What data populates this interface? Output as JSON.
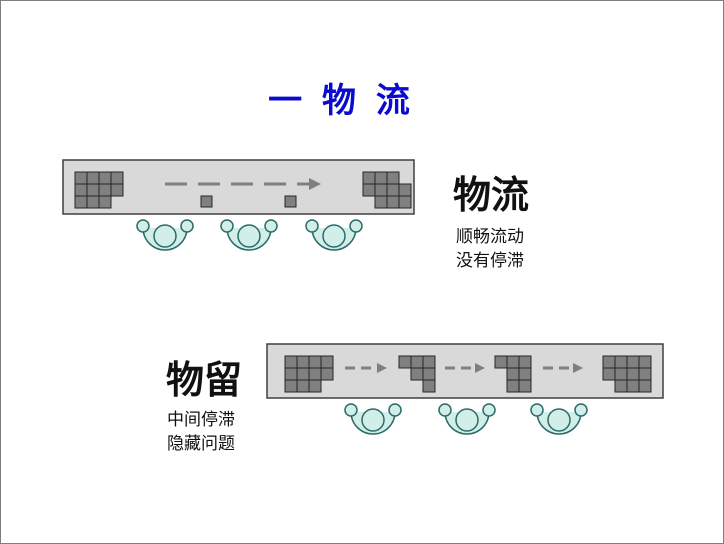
{
  "slide": {
    "title": "一 物 流"
  },
  "flow": {
    "heading": "物流",
    "line1": "顺畅流动",
    "line2": "没有停滞"
  },
  "stagnation": {
    "heading": "物留",
    "line1": "中间停滞",
    "line2": "隐藏问题"
  },
  "colors": {
    "title": "#0b0bd0",
    "band_fill": "#d9d9d9",
    "band_border": "#3f3f3f",
    "block_fill": "#808080",
    "block_border": "#262626",
    "worker_fill": "#d2eee9",
    "worker_stroke": "#2a6a6a",
    "arrow": "#7f7f7f"
  }
}
